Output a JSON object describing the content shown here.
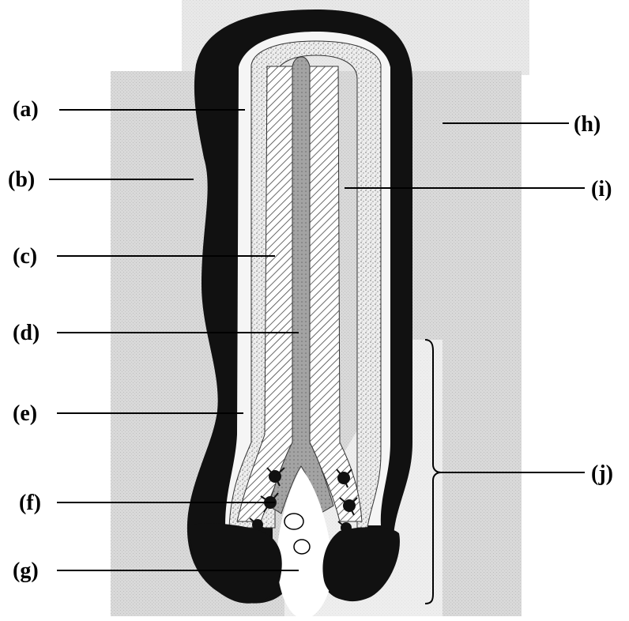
{
  "labels": {
    "a": "(a)",
    "b": "(b)",
    "c": "(c)",
    "d": "(d)",
    "e": "(e)",
    "f": "(f)",
    "g": "(g)",
    "h": "(h)",
    "i": "(i)",
    "j": "(j)"
  },
  "colors": {
    "background_gray": "#dcdcdc",
    "outer_sheath": "#111111",
    "sheath_inner": "#f4f4f4",
    "speckled_layer": "#e6e6e6",
    "hatched_layer": "#ffffff",
    "central_core": "#9a9a9a",
    "papilla_cells": "#111111"
  }
}
